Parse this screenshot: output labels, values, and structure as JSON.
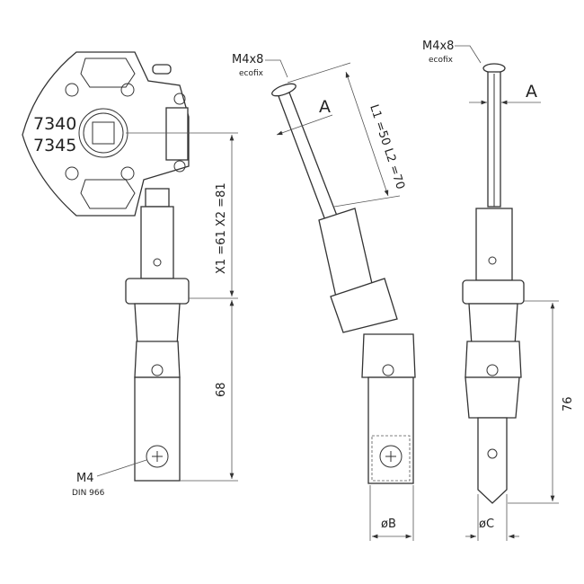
{
  "labels": {
    "model_1": "7340",
    "model_2": "7345",
    "x_dims": "X1 =61  X2 =81",
    "dim_68": "68",
    "screw_left": "M4",
    "screw_left_std": "DIN 966",
    "screw_mid": "M4x8",
    "screw_mid_sub": "ecofix",
    "screw_right": "M4x8",
    "screw_right_sub": "ecofix",
    "a_mid": "A",
    "a_right": "A",
    "l_dims": "L1 =50  L2 =70",
    "dia_b": "øB",
    "dia_c": "øC",
    "dim_76": "76"
  }
}
